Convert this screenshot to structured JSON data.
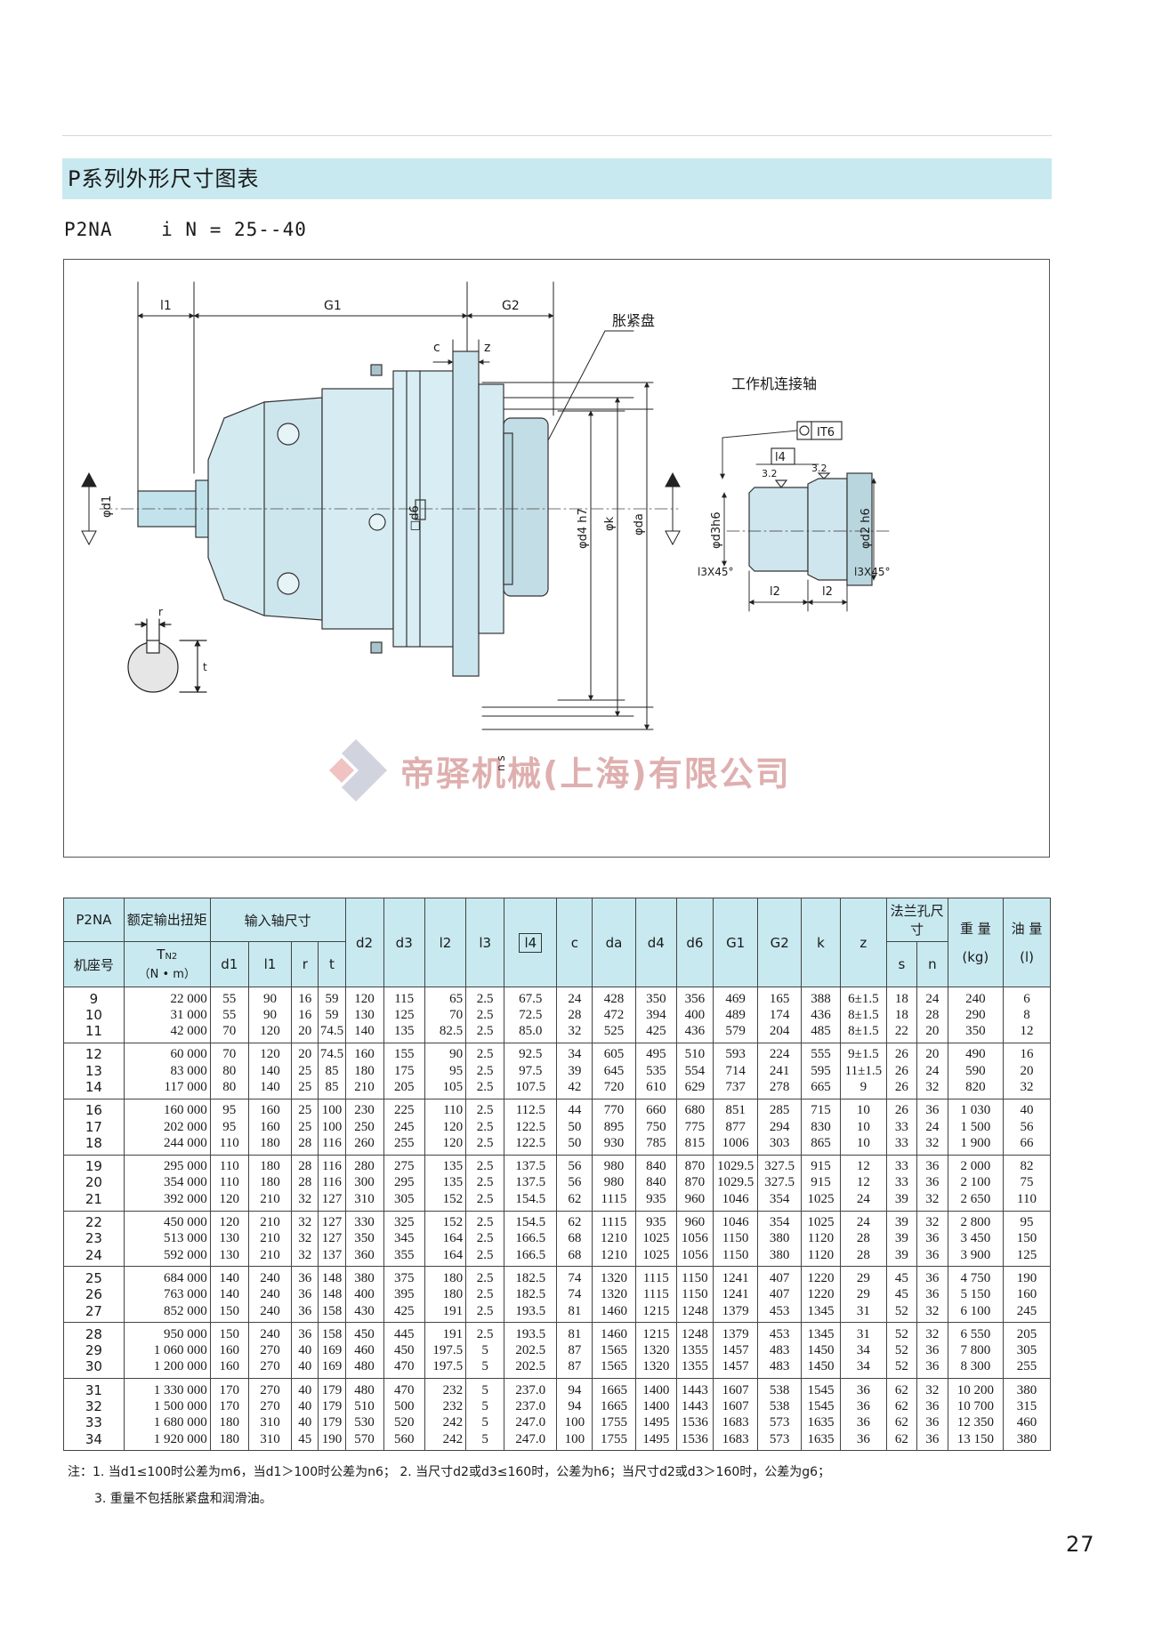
{
  "title": "P系列外形尺寸图表",
  "subtitle": "P2NA    i N = 25--40",
  "figure": {
    "labels": {
      "l1": "l1",
      "g1": "G1",
      "g2": "G2",
      "c": "c",
      "z": "z",
      "clamping_disc": "胀紧盘",
      "working_shaft": "工作机连接轴",
      "it6": "IT6",
      "l4": "l4",
      "roughness_a": "3.2",
      "roughness_b": "3.2",
      "phi_d1": "φd1",
      "d6": "□d6",
      "phi_d4": "φd4 h7",
      "phi_k": "φk",
      "phi_da": "φda",
      "phi_d3": "φd3h6",
      "phi_d2": "φd2 h6",
      "chamfer_a": "l3X45°",
      "chamfer_b": "l3X45°",
      "l2_a": "l2",
      "l2_b": "l2",
      "r": "r",
      "t": "t",
      "n_s": "n s"
    }
  },
  "watermark": {
    "text": "帝驿机械(上海)有限公司"
  },
  "table": {
    "headers": {
      "model_top": "P2NA",
      "model_bottom": "机座号",
      "torque_top": "额定输出扭矩",
      "torque_sym": "T",
      "torque_sub": "N2",
      "torque_unit": "（N • m）",
      "input_shaft": "输入轴尺寸",
      "d1": "d1",
      "l1": "l1",
      "r": "r",
      "t": "t",
      "d2": "d2",
      "d3": "d3",
      "l2": "l2",
      "l3": "l3",
      "l4": "l4",
      "c": "c",
      "da": "da",
      "d4": "d4",
      "d6": "d6",
      "g1": "G1",
      "g2": "G2",
      "k": "k",
      "z": "z",
      "flange_holes": "法兰孔尺寸",
      "s": "s",
      "n": "n",
      "weight": "重 量",
      "weight_unit": "(kg)",
      "oil": "油 量",
      "oil_unit": "(l)"
    },
    "groups": [
      {
        "size": [
          "9",
          "10",
          "11"
        ],
        "torque": [
          "22 000",
          "31 000",
          "42 000"
        ],
        "d1": [
          "55",
          "55",
          "70"
        ],
        "l1": [
          "90",
          "90",
          "120"
        ],
        "r": [
          "16",
          "16",
          "20"
        ],
        "t": [
          "59",
          "59",
          "74.5"
        ],
        "d2": [
          "120",
          "130",
          "140"
        ],
        "d3": [
          "115",
          "125",
          "135"
        ],
        "l2": [
          "65",
          "70",
          "82.5"
        ],
        "l3": [
          "2.5",
          "2.5",
          "2.5"
        ],
        "l4": [
          "67.5",
          "72.5",
          "85.0"
        ],
        "c": [
          "24",
          "28",
          "32"
        ],
        "da": [
          "428",
          "472",
          "525"
        ],
        "d4": [
          "350",
          "394",
          "425"
        ],
        "d6": [
          "356",
          "400",
          "436"
        ],
        "g1": [
          "469",
          "489",
          "579"
        ],
        "g2": [
          "165",
          "174",
          "204"
        ],
        "k": [
          "388",
          "436",
          "485"
        ],
        "z": [
          "6±1.5",
          "8±1.5",
          "8±1.5"
        ],
        "s": [
          "18",
          "18",
          "22"
        ],
        "n": [
          "24",
          "28",
          "20"
        ],
        "weight": [
          "240",
          "290",
          "350"
        ],
        "oil": [
          "6",
          "8",
          "12"
        ]
      },
      {
        "size": [
          "12",
          "13",
          "14"
        ],
        "torque": [
          "60 000",
          "83 000",
          "117 000"
        ],
        "d1": [
          "70",
          "80",
          "80"
        ],
        "l1": [
          "120",
          "140",
          "140"
        ],
        "r": [
          "20",
          "25",
          "25"
        ],
        "t": [
          "74.5",
          "85",
          "85"
        ],
        "d2": [
          "160",
          "180",
          "210"
        ],
        "d3": [
          "155",
          "175",
          "205"
        ],
        "l2": [
          "90",
          "95",
          "105"
        ],
        "l3": [
          "2.5",
          "2.5",
          "2.5"
        ],
        "l4": [
          "92.5",
          "97.5",
          "107.5"
        ],
        "c": [
          "34",
          "39",
          "42"
        ],
        "da": [
          "605",
          "645",
          "720"
        ],
        "d4": [
          "495",
          "535",
          "610"
        ],
        "d6": [
          "510",
          "554",
          "629"
        ],
        "g1": [
          "593",
          "714",
          "737"
        ],
        "g2": [
          "224",
          "241",
          "278"
        ],
        "k": [
          "555",
          "595",
          "665"
        ],
        "z": [
          "9±1.5",
          "11±1.5",
          "9"
        ],
        "s": [
          "26",
          "26",
          "26"
        ],
        "n": [
          "20",
          "24",
          "32"
        ],
        "weight": [
          "490",
          "590",
          "820"
        ],
        "oil": [
          "16",
          "20",
          "32"
        ]
      },
      {
        "size": [
          "16",
          "17",
          "18"
        ],
        "torque": [
          "160 000",
          "202 000",
          "244 000"
        ],
        "d1": [
          "95",
          "95",
          "110"
        ],
        "l1": [
          "160",
          "160",
          "180"
        ],
        "r": [
          "25",
          "25",
          "28"
        ],
        "t": [
          "100",
          "100",
          "116"
        ],
        "d2": [
          "230",
          "250",
          "260"
        ],
        "d3": [
          "225",
          "245",
          "255"
        ],
        "l2": [
          "110",
          "120",
          "120"
        ],
        "l3": [
          "2.5",
          "2.5",
          "2.5"
        ],
        "l4": [
          "112.5",
          "122.5",
          "122.5"
        ],
        "c": [
          "44",
          "50",
          "50"
        ],
        "da": [
          "770",
          "895",
          "930"
        ],
        "d4": [
          "660",
          "750",
          "785"
        ],
        "d6": [
          "680",
          "775",
          "815"
        ],
        "g1": [
          "851",
          "877",
          "1006"
        ],
        "g2": [
          "285",
          "294",
          "303"
        ],
        "k": [
          "715",
          "830",
          "865"
        ],
        "z": [
          "10",
          "10",
          "10"
        ],
        "s": [
          "26",
          "33",
          "33"
        ],
        "n": [
          "36",
          "24",
          "32"
        ],
        "weight": [
          "1 030",
          "1 500",
          "1 900"
        ],
        "oil": [
          "40",
          "56",
          "66"
        ]
      },
      {
        "size": [
          "19",
          "20",
          "21"
        ],
        "torque": [
          "295 000",
          "354 000",
          "392 000"
        ],
        "d1": [
          "110",
          "110",
          "120"
        ],
        "l1": [
          "180",
          "180",
          "210"
        ],
        "r": [
          "28",
          "28",
          "32"
        ],
        "t": [
          "116",
          "116",
          "127"
        ],
        "d2": [
          "280",
          "300",
          "310"
        ],
        "d3": [
          "275",
          "295",
          "305"
        ],
        "l2": [
          "135",
          "135",
          "152"
        ],
        "l3": [
          "2.5",
          "2.5",
          "2.5"
        ],
        "l4": [
          "137.5",
          "137.5",
          "154.5"
        ],
        "c": [
          "56",
          "56",
          "62"
        ],
        "da": [
          "980",
          "980",
          "1115"
        ],
        "d4": [
          "840",
          "840",
          "935"
        ],
        "d6": [
          "870",
          "870",
          "960"
        ],
        "g1": [
          "1029.5",
          "1029.5",
          "1046"
        ],
        "g2": [
          "327.5",
          "327.5",
          "354"
        ],
        "k": [
          "915",
          "915",
          "1025"
        ],
        "z": [
          "12",
          "12",
          "24"
        ],
        "s": [
          "33",
          "33",
          "39"
        ],
        "n": [
          "36",
          "36",
          "32"
        ],
        "weight": [
          "2 000",
          "2 100",
          "2 650"
        ],
        "oil": [
          "82",
          "75",
          "110"
        ]
      },
      {
        "size": [
          "22",
          "23",
          "24"
        ],
        "torque": [
          "450 000",
          "513 000",
          "592 000"
        ],
        "d1": [
          "120",
          "130",
          "130"
        ],
        "l1": [
          "210",
          "210",
          "210"
        ],
        "r": [
          "32",
          "32",
          "32"
        ],
        "t": [
          "127",
          "127",
          "137"
        ],
        "d2": [
          "330",
          "350",
          "360"
        ],
        "d3": [
          "325",
          "345",
          "355"
        ],
        "l2": [
          "152",
          "164",
          "164"
        ],
        "l3": [
          "2.5",
          "2.5",
          "2.5"
        ],
        "l4": [
          "154.5",
          "166.5",
          "166.5"
        ],
        "c": [
          "62",
          "68",
          "68"
        ],
        "da": [
          "1115",
          "1210",
          "1210"
        ],
        "d4": [
          "935",
          "1025",
          "1025"
        ],
        "d6": [
          "960",
          "1056",
          "1056"
        ],
        "g1": [
          "1046",
          "1150",
          "1150"
        ],
        "g2": [
          "354",
          "380",
          "380"
        ],
        "k": [
          "1025",
          "1120",
          "1120"
        ],
        "z": [
          "24",
          "28",
          "28"
        ],
        "s": [
          "39",
          "39",
          "39"
        ],
        "n": [
          "32",
          "36",
          "36"
        ],
        "weight": [
          "2 800",
          "3 450",
          "3 900"
        ],
        "oil": [
          "95",
          "150",
          "125"
        ]
      },
      {
        "size": [
          "25",
          "26",
          "27"
        ],
        "torque": [
          "684 000",
          "763 000",
          "852 000"
        ],
        "d1": [
          "140",
          "140",
          "150"
        ],
        "l1": [
          "240",
          "240",
          "240"
        ],
        "r": [
          "36",
          "36",
          "36"
        ],
        "t": [
          "148",
          "148",
          "158"
        ],
        "d2": [
          "380",
          "400",
          "430"
        ],
        "d3": [
          "375",
          "395",
          "425"
        ],
        "l2": [
          "180",
          "180",
          "191"
        ],
        "l3": [
          "2.5",
          "2.5",
          "2.5"
        ],
        "l4": [
          "182.5",
          "182.5",
          "193.5"
        ],
        "c": [
          "74",
          "74",
          "81"
        ],
        "da": [
          "1320",
          "1320",
          "1460"
        ],
        "d4": [
          "1115",
          "1115",
          "1215"
        ],
        "d6": [
          "1150",
          "1150",
          "1248"
        ],
        "g1": [
          "1241",
          "1241",
          "1379"
        ],
        "g2": [
          "407",
          "407",
          "453"
        ],
        "k": [
          "1220",
          "1220",
          "1345"
        ],
        "z": [
          "29",
          "29",
          "31"
        ],
        "s": [
          "45",
          "45",
          "52"
        ],
        "n": [
          "36",
          "36",
          "32"
        ],
        "weight": [
          "4 750",
          "5 150",
          "6 100"
        ],
        "oil": [
          "190",
          "160",
          "245"
        ]
      },
      {
        "size": [
          "28",
          "29",
          "30"
        ],
        "torque": [
          "950 000",
          "1 060 000",
          "1 200 000"
        ],
        "d1": [
          "150",
          "160",
          "160"
        ],
        "l1": [
          "240",
          "270",
          "270"
        ],
        "r": [
          "36",
          "40",
          "40"
        ],
        "t": [
          "158",
          "169",
          "169"
        ],
        "d2": [
          "450",
          "460",
          "480"
        ],
        "d3": [
          "445",
          "450",
          "470"
        ],
        "l2": [
          "191",
          "197.5",
          "197.5"
        ],
        "l3": [
          "2.5",
          "5",
          "5"
        ],
        "l4": [
          "193.5",
          "202.5",
          "202.5"
        ],
        "c": [
          "81",
          "87",
          "87"
        ],
        "da": [
          "1460",
          "1565",
          "1565"
        ],
        "d4": [
          "1215",
          "1320",
          "1320"
        ],
        "d6": [
          "1248",
          "1355",
          "1355"
        ],
        "g1": [
          "1379",
          "1457",
          "1457"
        ],
        "g2": [
          "453",
          "483",
          "483"
        ],
        "k": [
          "1345",
          "1450",
          "1450"
        ],
        "z": [
          "31",
          "34",
          "34"
        ],
        "s": [
          "52",
          "52",
          "52"
        ],
        "n": [
          "32",
          "36",
          "36"
        ],
        "weight": [
          "6 550",
          "7 800",
          "8 300"
        ],
        "oil": [
          "205",
          "305",
          "255"
        ]
      },
      {
        "size": [
          "31",
          "32",
          "33",
          "34"
        ],
        "torque": [
          "1 330 000",
          "1 500 000",
          "1 680 000",
          "1 920 000"
        ],
        "d1": [
          "170",
          "170",
          "180",
          "180"
        ],
        "l1": [
          "270",
          "270",
          "310",
          "310"
        ],
        "r": [
          "40",
          "40",
          "40",
          "45"
        ],
        "t": [
          "179",
          "179",
          "179",
          "190"
        ],
        "d2": [
          "480",
          "510",
          "530",
          "570"
        ],
        "d3": [
          "470",
          "500",
          "520",
          "560"
        ],
        "l2": [
          "232",
          "232",
          "242",
          "242"
        ],
        "l3": [
          "5",
          "5",
          "5",
          "5"
        ],
        "l4": [
          "237.0",
          "237.0",
          "247.0",
          "247.0"
        ],
        "c": [
          "94",
          "94",
          "100",
          "100"
        ],
        "da": [
          "1665",
          "1665",
          "1755",
          "1755"
        ],
        "d4": [
          "1400",
          "1400",
          "1495",
          "1495"
        ],
        "d6": [
          "1443",
          "1443",
          "1536",
          "1536"
        ],
        "g1": [
          "1607",
          "1607",
          "1683",
          "1683"
        ],
        "g2": [
          "538",
          "538",
          "573",
          "573"
        ],
        "k": [
          "1545",
          "1545",
          "1635",
          "1635"
        ],
        "z": [
          "36",
          "36",
          "36",
          "36"
        ],
        "s": [
          "62",
          "62",
          "62",
          "62"
        ],
        "n": [
          "32",
          "36",
          "36",
          "36"
        ],
        "weight": [
          "10 200",
          "10 700",
          "12 350",
          "13 150"
        ],
        "oil": [
          "380",
          "315",
          "460",
          "380"
        ]
      }
    ]
  },
  "notes": {
    "line1": "注：1. 当d1≤100时公差为m6，当d1＞100时公差为n6；  2. 当尺寸d2或d3≤160时，公差为h6；当尺寸d2或d3＞160时，公差为g6；",
    "line2": "3. 重量不包括胀紧盘和润滑油。"
  },
  "page_number": "27",
  "colors": {
    "header_bg": "#c8e9f0",
    "gearbox": "#d6ecf2",
    "watermark": "#b9504f"
  }
}
